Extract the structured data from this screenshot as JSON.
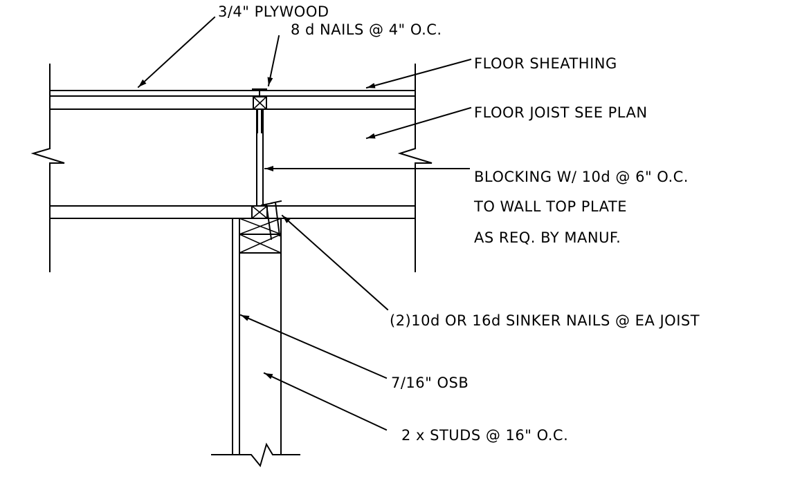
{
  "labels": {
    "plywood": "3/4\" PLYWOOD",
    "nails_8d": "8 d NAILS @ 4\" O.C.",
    "floor_sheathing": "FLOOR SHEATHING",
    "floor_joist": "FLOOR JOIST  SEE PLAN",
    "blocking_line1": "BLOCKING W/ 10d @ 6\" O.C.",
    "blocking_line2": "TO WALL TOP PLATE",
    "blocking_line3": "AS REQ. BY MANUF.",
    "sinker_nails": "(2)10d OR 16d SINKER NAILS @ EA JOIST",
    "osb": "7/16\" OSB",
    "studs": "2 x  STUDS @ 16\" O.C."
  }
}
